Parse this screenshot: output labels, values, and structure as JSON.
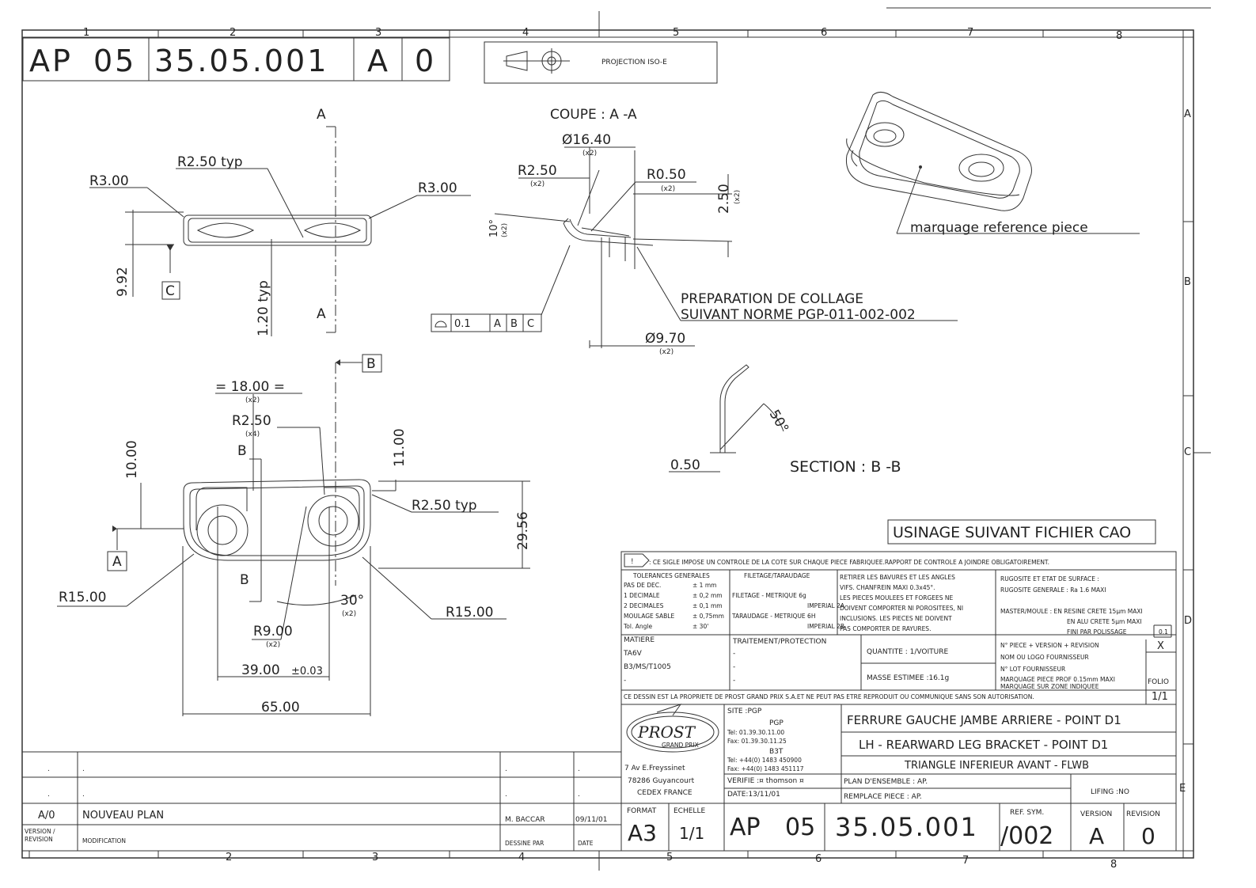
{
  "header": {
    "doc_prefix": "AP",
    "doc_group": "05",
    "doc_number": "35.05.001",
    "version": "A",
    "revision": "0",
    "projection": "PROJECTION ISO-E"
  },
  "grid": {
    "cols": [
      "1",
      "2",
      "3",
      "4",
      "5",
      "6",
      "7",
      "8"
    ],
    "rows": [
      "A",
      "B",
      "C",
      "D",
      "E"
    ],
    "bottom_cols": [
      "2",
      "3",
      "4",
      "5",
      "6",
      "7",
      "8"
    ]
  },
  "top_view": {
    "section_a": "A",
    "section_a2": "A",
    "r_left": "R3.00",
    "r_typ": "R2.50 typ",
    "r_right": "R3.00",
    "h": "9.92",
    "datum_c": "C",
    "t": "1.20 typ"
  },
  "coupe": {
    "title": "COUPE : A -A",
    "d1": "Ø16.40",
    "x2a": "(x2)",
    "r1": "R2.50",
    "x2b": "(x2)",
    "r2": "R0.50",
    "x2c": "(x2)",
    "v": "2.50",
    "x2d": "(x2)",
    "ang": "10°",
    "x2e": "(x2)",
    "tol_val": "0.1",
    "tol_a": "A",
    "tol_b": "B",
    "tol_c": "C",
    "d2": "Ø9.70",
    "x2f": "(x2)",
    "prep1": "PREPARATION DE COLLAGE",
    "prep2": "SUIVANT NORME PGP-011-002-002"
  },
  "iso": {
    "label": "marquage reference piece"
  },
  "section_b": {
    "title": "SECTION : B -B",
    "ang": "50°",
    "th": "0.50"
  },
  "plan_view": {
    "datum_b": "B",
    "d18": "= 18.00 =",
    "x2a": "(x2)",
    "r250": "R2.50",
    "x4": "(x4)",
    "sec_b1": "B",
    "sec_b2": "B",
    "h10": "10.00",
    "h11": "11.00",
    "r250typ": "R2.50 typ",
    "h2956": "29.56",
    "datum_a": "A",
    "r15l": "R15.00",
    "r15r": "R15.00",
    "a30": "30°",
    "x2b": "(x2)",
    "r9": "R9.00",
    "x2c": "(x2)",
    "d39": "39.00",
    "tol39": "±0.03",
    "d65": "65.00"
  },
  "usinage": "USINAGE SUIVANT FICHIER CAO",
  "titleblock": {
    "note": ": CE SIGLE IMPOSE UN CONTROLE DE LA COTE SUR CHAQUE PIECE FABRIQUEE.RAPPORT DE CONTROLE A JOINDRE OBLIGATOIREMENT.",
    "tol_title": "TOLERANCES GENERALES",
    "tol_rows": [
      [
        "PAS DE DEC.",
        "± 1  mm"
      ],
      [
        "1 DECIMALE",
        "± 0,2 mm"
      ],
      [
        "2 DECIMALES",
        "± 0,1 mm"
      ],
      [
        "MOULAGE SABLE",
        "± 0,75mm"
      ],
      [
        "Tol. Angle",
        "± 30'"
      ]
    ],
    "fil_title": "FILETAGE/TARAUDAGE",
    "fil_rows": [
      "FILETAGE  -  METRIQUE 6g",
      "IMPERIAL 2A",
      "TARAUDAGE  -  METRIQUE 6H",
      "IMPERIAL 2B"
    ],
    "retirer": [
      "RETIRER LES BAVURES ET LES ANGLES",
      "VIFS. CHANFREIN MAXI 0.3x45°.",
      "LES PIECES MOULEES ET FORGEES NE",
      "DOIVENT COMPORTER NI POROSITEES, NI",
      "INCLUSIONS. LES PIECES NE DOIVENT",
      "PAS COMPORTER DE RAYURES."
    ],
    "rugo": [
      "RUGOSITE ET ETAT DE SURFACE :",
      "RUGOSITE GENERALE : Ra 1.6 MAXI"
    ],
    "master": [
      "MASTER/MOULE : EN RESINE CRETE 15µm MAXI",
      "EN ALU CRETE 5µm MAXI",
      "FINI PAR POLISSAGE"
    ],
    "polish_tol": "0.1",
    "matiere_t": "MATIERE",
    "matiere": [
      "TA6V",
      "B3/MS/T1005",
      "-"
    ],
    "trait_t": "TRAITEMENT/PROTECTION",
    "trait": [
      "-",
      "-",
      "-"
    ],
    "quantite": "QUANTITE :  1/VOITURE",
    "masse": "MASSE ESTIMEE :16.1g",
    "marq": [
      "N° PIECE + VERSION + REVISION",
      "NOM OU LOGO FOURNISSEUR",
      "N° LOT FOURNISSEUR",
      "MARQUAGE PIECE PROF 0.15mm MAXI",
      "MARQUAGE SUR ZONE INDIQUEE"
    ],
    "x": "X",
    "folio_t": "FOLIO",
    "folio": "1/1",
    "prop": "CE DESSIN EST LA PROPRIETE DE PROST GRAND PRIX S.A.ET NE PEUT PAS ETRE REPRODUIT OU COMMUNIQUE SANS SON AUTORISATION.",
    "logo": "PROST",
    "logo_sub": "GRAND PRIX",
    "addr": [
      "7 Av E.Freyssinet",
      "78286 Guyancourt",
      "CEDEX FRANCE"
    ],
    "site": "SITE :PGP",
    "pgp": "PGP",
    "tel1": "Tel: 01.39.30.11.00",
    "fax1": "Fax: 01.39.30.11.25",
    "b3t": "B3T",
    "tel2": "Tel: +44(0) 1483 450900",
    "fax2": "Fax: +44(0) 1483 451117",
    "verifie": "VERIFIE :¤ thomson ¤",
    "date": "DATE:13/11/01",
    "title1": "FERRURE GAUCHE JAMBE ARRIERE - POINT D1",
    "title2": "LH - REARWARD LEG BRACKET - POINT D1",
    "title3": "TRIANGLE INFERIEUR AVANT - FLWB",
    "plan": "PLAN D'ENSEMBLE : AP.",
    "remplace": "REMPLACE PIECE  : AP.",
    "lifing": "LIFING :NO",
    "format_t": "FORMAT",
    "format": "A3",
    "echelle_t": "ECHELLE",
    "echelle": "1/1",
    "ap": "AP",
    "grp": "05",
    "num": "35.05.001",
    "ref_t": "REF. SYM.",
    "ref": "/002",
    "ver_t": "VERSION",
    "ver": "A",
    "rev_t": "REVISION",
    "rev": "0"
  },
  "revisions": {
    "dot": ".",
    "vr": "A/0",
    "desc": "NOUVEAU PLAN",
    "by": "M. BACCAR",
    "dt": "09/11/01",
    "lbl_v": "VERSION /",
    "lbl_r": "REVISION",
    "lbl_mod": "MODIFICATION",
    "lbl_des": "DESSINE PAR",
    "lbl_date": "DATE"
  }
}
